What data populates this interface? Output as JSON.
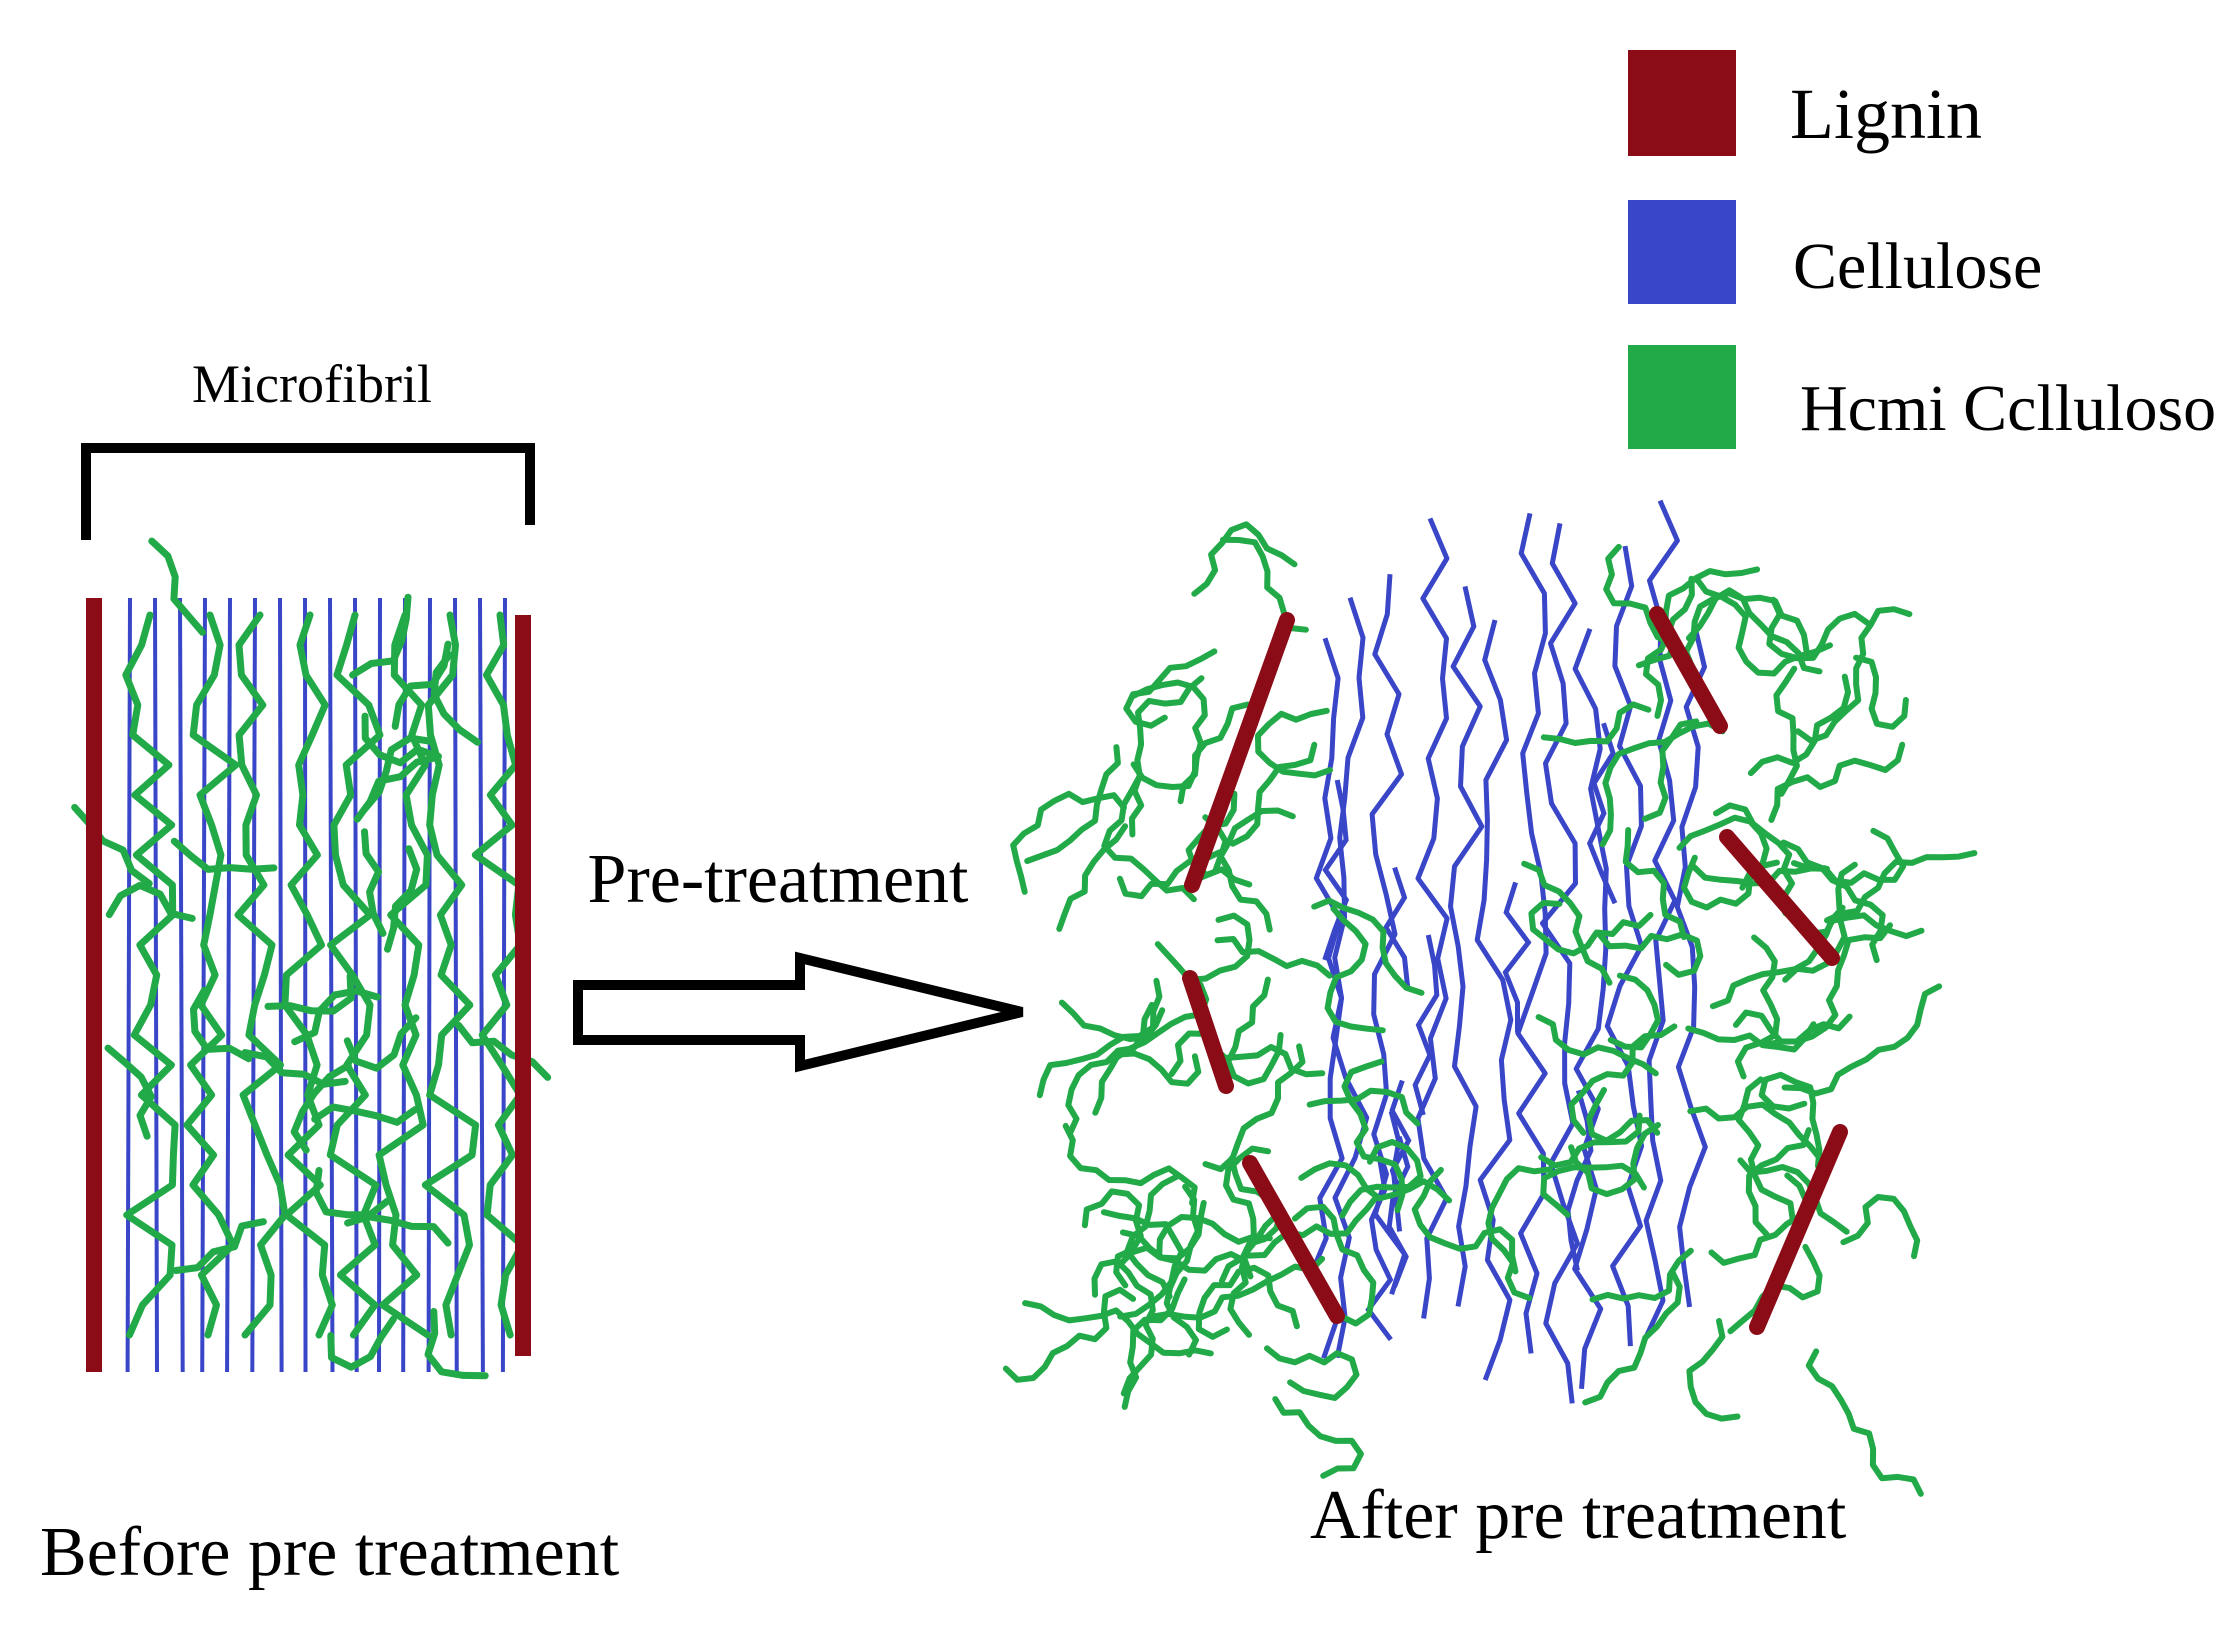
{
  "legend": [
    {
      "label": "Lignin",
      "color": "#8b0c17"
    },
    {
      "label": "Cellulose",
      "color": "#3a46c8"
    },
    {
      "label": "Hcmi Cclluloso",
      "color": "#22a948"
    }
  ],
  "before": {
    "bracket_label": "Microfibril",
    "caption": "Before pre treatment"
  },
  "arrow_label": "Pre-treatment",
  "after": {
    "caption": "After pre treatment"
  },
  "colors": {
    "lignin": "#8b0c17",
    "cellulose": "#3a46c8",
    "hemicellulose": "#22a948",
    "outline": "#000000"
  }
}
